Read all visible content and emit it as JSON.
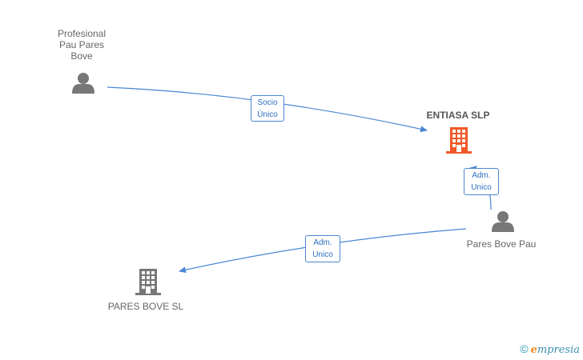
{
  "colors": {
    "edge": "#4a86d4",
    "person": "#777777",
    "company_main": "#f05a28",
    "company": "#777777"
  },
  "nodes": {
    "person_pau": {
      "line1": "Profesional",
      "line2": "Pau Pares",
      "line3": "Bove",
      "icon": "person-icon"
    },
    "company_entiasa": {
      "label": "ENTIASA SLP",
      "icon": "building-icon"
    },
    "person_pares": {
      "label": "Pares Bove Pau",
      "icon": "person-icon"
    },
    "company_pares": {
      "label": "PARES BOVE SL",
      "icon": "building-icon"
    }
  },
  "edges": {
    "socio": {
      "line1": "Socio",
      "line2": "Único"
    },
    "adm1": {
      "line1": "Adm.",
      "line2": "Unico"
    },
    "adm2": {
      "line1": "Adm.",
      "line2": "Unico"
    }
  },
  "brand": {
    "copyright": "©",
    "e": "e",
    "rest": "mpresia"
  }
}
